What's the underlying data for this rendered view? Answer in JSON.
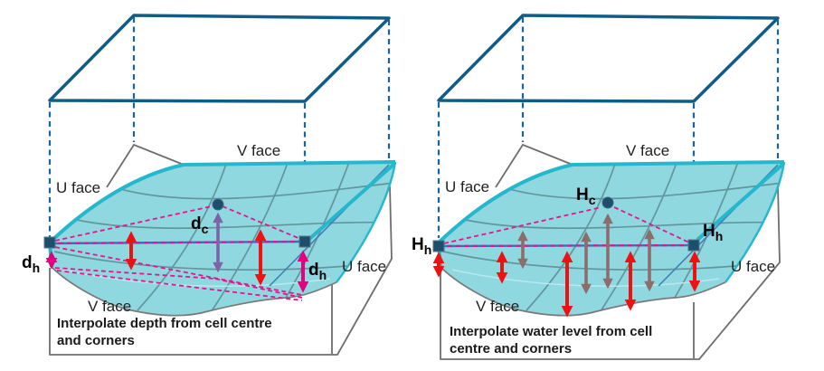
{
  "panels": {
    "left": {
      "face_labels": {
        "v_top": "V face",
        "u_left": "U face",
        "u_right": "U face",
        "v_bottom": "V face"
      },
      "point_labels": {
        "centre": {
          "base": "d",
          "sub": "c"
        },
        "left_corner": {
          "base": "d",
          "sub": "h"
        },
        "right_corner": {
          "base": "d",
          "sub": "h"
        }
      },
      "caption_line1": "Interpolate depth from cell centre",
      "caption_line2": "and corners"
    },
    "right": {
      "face_labels": {
        "v_top": "V face",
        "u_left": "U face",
        "u_right": "U face",
        "v_bottom": "V face"
      },
      "point_labels": {
        "centre": {
          "base": "H",
          "sub": "c"
        },
        "left_corner": {
          "base": "H",
          "sub": "h"
        },
        "right_corner": {
          "base": "H",
          "sub": "h"
        }
      },
      "caption_line1": "Interpolate water level from cell",
      "caption_line2": "centre and corners"
    }
  },
  "colors": {
    "cell_box_blue": "#0f5c86",
    "dashed_edge_blue": "#1565a0",
    "water_fill": "#8fd8e0",
    "water_edge_cyan": "#25b7cd",
    "surface_grid": "#63969c",
    "bed_outline_grey": "#6e6e6e",
    "level_line_blue": "#3a6fc0",
    "tent_dash_magenta": "#e8128f",
    "depth_arrow_red": "#ed1111",
    "corner_arrow_magenta": "#e6007e",
    "centre_arrow_purple": "#7e62a8",
    "level_arrow_brown": "#8d6c6c",
    "marker_navy": "#1c4f6e"
  }
}
